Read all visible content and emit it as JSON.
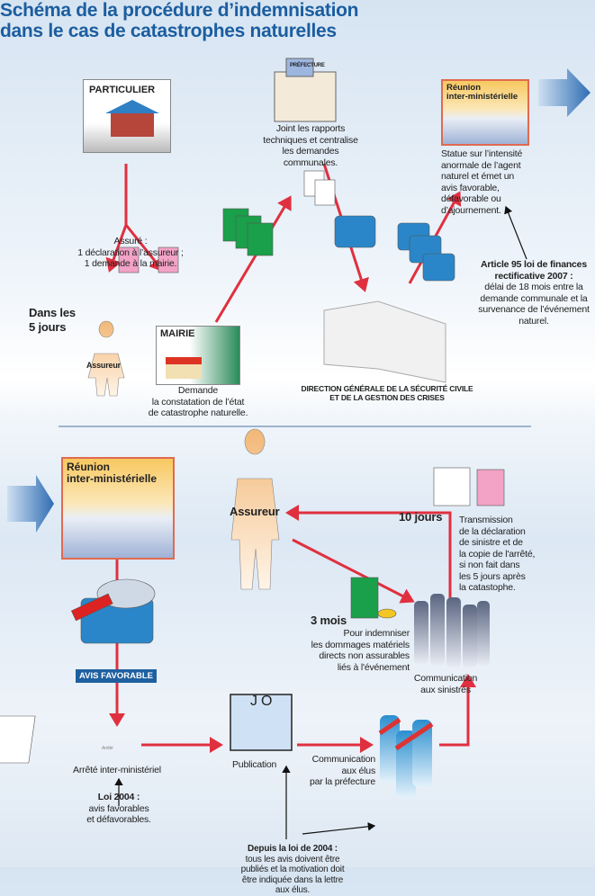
{
  "title": [
    "Schéma de la procédure d’indemnisation",
    "dans le cas de catastrophes naturelles"
  ],
  "top": {
    "particulier": "PARTICULIER",
    "assure": [
      "Assuré :",
      "1 déclaration à l’assureur ;",
      "1 demande à la mairie."
    ],
    "delai": [
      "Dans les",
      "5 jours"
    ],
    "assureur": "Assureur",
    "mairie": "MAIRIE",
    "mairie_text": [
      "Demande",
      "la constatation de l’état",
      "de catastrophe naturelle."
    ],
    "prefecture": "PRÉFECTURE",
    "prefecture_text": [
      "Joint les rapports",
      "techniques et centralise",
      "les demandes communales."
    ],
    "dgsc": [
      "DIRECTION GÉNÉRALE DE LA SÉCURITÉ CIVILE",
      "ET DE LA GESTION DES CRISES"
    ],
    "reunion": [
      "Réunion",
      "inter-ministérielle"
    ],
    "reunion_text": [
      "Statue sur l’intensité",
      "anormale de l’agent",
      "naturel et émet un",
      "avis favorable,",
      "défavorable ou",
      "d’ajournement."
    ],
    "article_title": [
      "Article 95 loi de finances",
      "rectificative 2007 :"
    ],
    "article_text": [
      "délai de 18 mois entre la",
      "demande communale et la",
      "survenance de l’événement",
      "naturel."
    ]
  },
  "bottom": {
    "reunion": [
      "Réunion",
      "inter-ministérielle"
    ],
    "avis": "AVIS FAVORABLE",
    "arrete": "Arrêté inter-ministériel",
    "arrete_doc": "Arrêté",
    "loi_title": "Loi 2004 :",
    "loi_text": [
      "avis favorables",
      "et défavorables."
    ],
    "jo": "JO",
    "publication": "Publication",
    "depuis_title": "Depuis la loi de 2004 :",
    "depuis_text": [
      "tous les avis doivent être",
      "publiés et la motivation doit",
      "être indiquée dans la lettre",
      "aux élus."
    ],
    "elus_text": [
      "Communication",
      "aux élus",
      "par la préfecture"
    ],
    "sinistres_text": [
      "Communication",
      "aux sinistrés"
    ],
    "assureur": "Assureur",
    "dix_jours": "10 jours",
    "transmission": [
      "Transmission",
      "de la déclaration",
      "de sinistre et de",
      "la copie de l'arrêté,",
      "si non fait dans",
      "les 5 jours après",
      "la catastophe."
    ],
    "trois_mois": "3 mois",
    "indemniser": [
      "Pour indemniser",
      "les dommages matériels",
      "directs non assurables",
      "liés à l'événement"
    ]
  },
  "colors": {
    "title": "#1b5d9f",
    "arrow": "#e0303f",
    "avis_bg": "#1e5fa0",
    "separator": "#6d8db5"
  }
}
